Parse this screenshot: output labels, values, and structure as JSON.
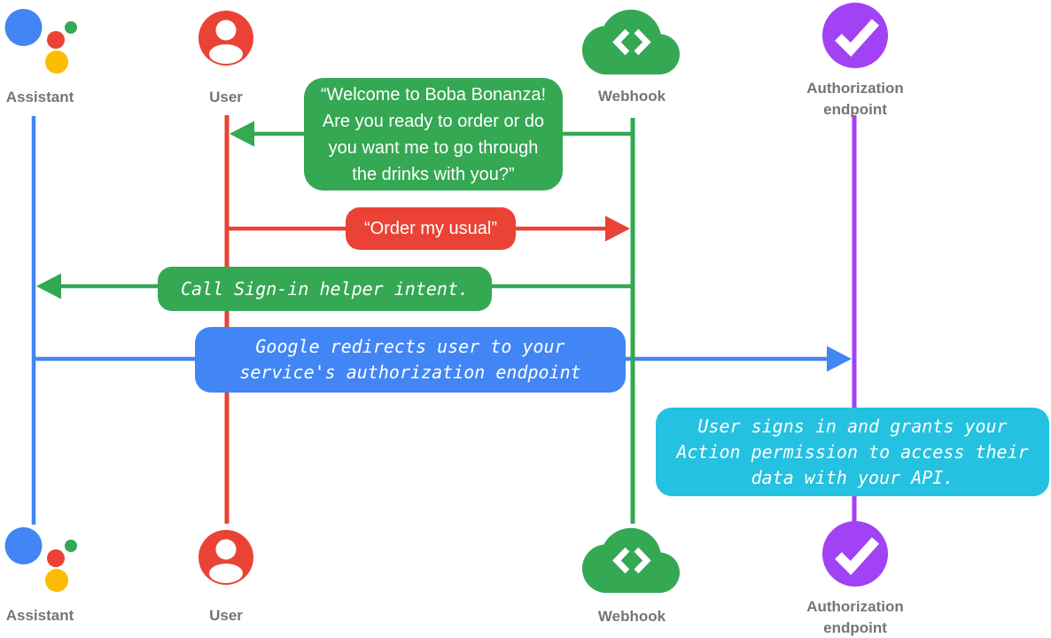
{
  "diagram": {
    "type": "sequence-diagram",
    "colors": {
      "assistant_blue": "#4285F4",
      "user_red": "#EA4335",
      "webhook_green": "#34A853",
      "assistant_yellow": "#FBBC04",
      "auth_purple": "#A142F4",
      "note_cyan": "#24C1E0",
      "label_gray": "#757575",
      "message_text": "#ffffff"
    },
    "actors": [
      {
        "id": "assistant",
        "label": "Assistant",
        "icon": "google-assistant-icon",
        "color": "#4285F4"
      },
      {
        "id": "user",
        "label": "User",
        "icon": "user-icon",
        "color": "#EA4335"
      },
      {
        "id": "webhook",
        "label": "Webhook",
        "icon": "webhook-cloud-icon",
        "color": "#34A853"
      },
      {
        "id": "auth",
        "label": "Authorization\nendpoint",
        "icon": "auth-check-icon",
        "color": "#A142F4"
      }
    ],
    "messages": [
      {
        "from": "webhook",
        "to": "user",
        "style": "speech",
        "color": "#34A853",
        "label": "“Welcome to Boba Bonanza!\nAre you ready to order or do\nyou want me to go through\nthe drinks with you?”"
      },
      {
        "from": "user",
        "to": "webhook",
        "style": "speech",
        "color": "#EA4335",
        "label": "“Order my usual”"
      },
      {
        "from": "webhook",
        "to": "assistant",
        "style": "code",
        "color": "#34A853",
        "label": "Call Sign-in helper intent."
      },
      {
        "from": "assistant",
        "to": "auth",
        "style": "code",
        "color": "#4285F4",
        "label": "Google redirects user to your\nservice's authorization endpoint"
      },
      {
        "note_on": "auth",
        "style": "code",
        "color": "#24C1E0",
        "label": "User signs in and grants your\nAction permission to access their\ndata with your API."
      }
    ]
  }
}
